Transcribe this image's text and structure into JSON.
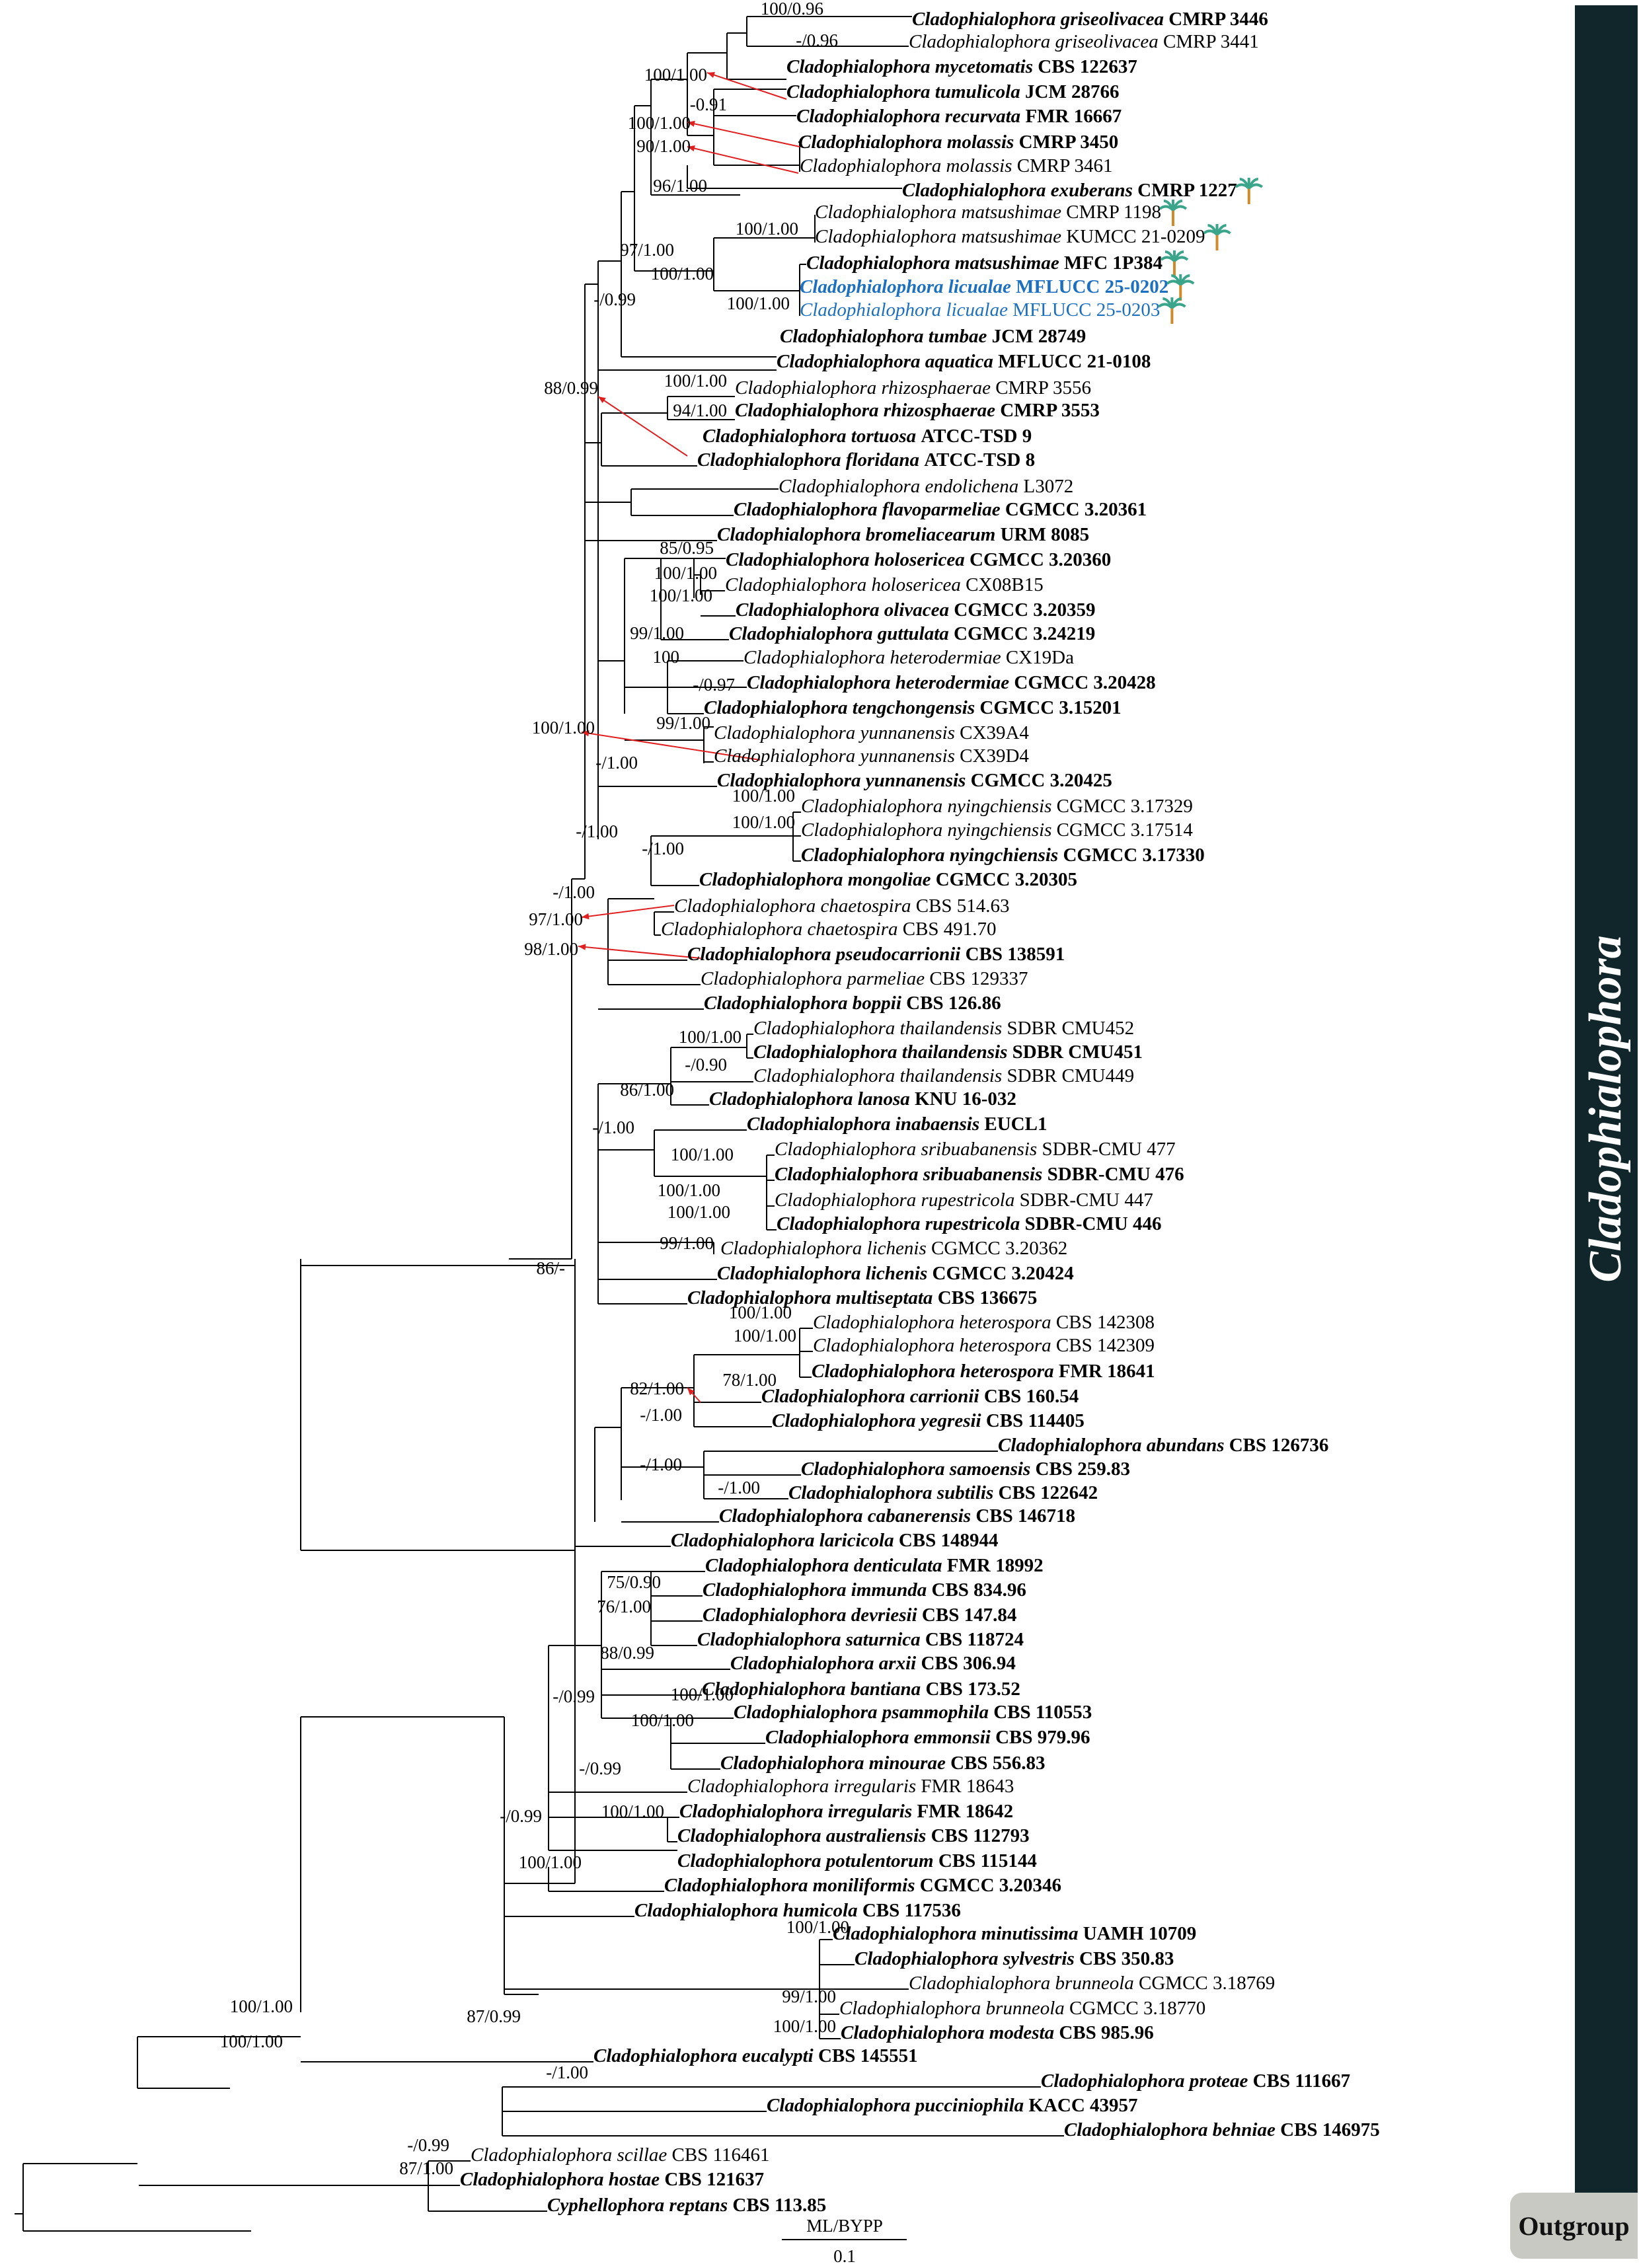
{
  "genus": "Cladophialophora",
  "clade_label": "Cladophialophora",
  "outgroup_label": "Outgroup",
  "support_legend": "ML/BYPP",
  "scale_label": "0.1",
  "colors": {
    "new_species": "#1d6fbf",
    "branch": "#000000",
    "arrow": "#e02020",
    "clade_bar": "#11262a",
    "outgroup_box": "#c9c9c4"
  },
  "taxa": [
    {
      "genus": "Cladophialophora",
      "epithet": "griseolivacea",
      "strain": "CMRP 3446",
      "bold": true
    },
    {
      "genus": "Cladophialophora",
      "epithet": "griseolivacea",
      "strain": "CMRP 3441",
      "bold": false
    },
    {
      "genus": "Cladophialophora",
      "epithet": "mycetomatis",
      "strain": "CBS 122637",
      "bold": true
    },
    {
      "genus": "Cladophialophora",
      "epithet": "tumulicola",
      "strain": "JCM 28766",
      "bold": true
    },
    {
      "genus": "Cladophialophora",
      "epithet": "recurvata",
      "strain": "FMR 16667",
      "bold": true
    },
    {
      "genus": "Cladophialophora",
      "epithet": "molassis",
      "strain": "CMRP 3450",
      "bold": true
    },
    {
      "genus": "Cladophialophora",
      "epithet": "molassis",
      "strain": "CMRP 3461",
      "bold": false
    },
    {
      "genus": "Cladophialophora",
      "epithet": "exuberans",
      "strain": "CMRP 1227",
      "bold": true,
      "palm": true
    },
    {
      "genus": "Cladophialophora",
      "epithet": "matsushimae",
      "strain": "CMRP 1198",
      "bold": false,
      "palm": true
    },
    {
      "genus": "Cladophialophora",
      "epithet": "matsushimae",
      "strain": "KUMCC 21-0209",
      "bold": false,
      "palm": true
    },
    {
      "genus": "Cladophialophora",
      "epithet": "matsushimae",
      "strain": "MFC 1P384",
      "bold": true,
      "palm": true
    },
    {
      "genus": "Cladophialophora",
      "epithet": "licualae",
      "strain": "MFLUCC 25-0202",
      "bold": true,
      "new": true,
      "palm": true
    },
    {
      "genus": "Cladophialophora",
      "epithet": "licualae",
      "strain": "MFLUCC 25-0203",
      "bold": false,
      "new": true,
      "palm": true
    },
    {
      "genus": "Cladophialophora",
      "epithet": "tumbae",
      "strain": "JCM 28749",
      "bold": true
    },
    {
      "genus": "Cladophialophora",
      "epithet": "aquatica",
      "strain": "MFLUCC 21-0108",
      "bold": true
    },
    {
      "genus": "Cladophialophora",
      "epithet": "rhizosphaerae",
      "strain": "CMRP 3556",
      "bold": false
    },
    {
      "genus": "Cladophialophora",
      "epithet": "rhizosphaerae",
      "strain": "CMRP 3553",
      "bold": true
    },
    {
      "genus": "Cladophialophora",
      "epithet": "tortuosa",
      "strain": "ATCC-TSD 9",
      "bold": true
    },
    {
      "genus": "Cladophialophora",
      "epithet": "floridana",
      "strain": "ATCC-TSD 8",
      "bold": true
    },
    {
      "genus": "Cladophialophora",
      "epithet": "endolichena",
      "strain": "L3072",
      "bold": false
    },
    {
      "genus": "Cladophialophora",
      "epithet": "flavoparmeliae",
      "strain": "CGMCC 3.20361",
      "bold": true
    },
    {
      "genus": "Cladophialophora",
      "epithet": "bromeliacearum",
      "strain": "URM 8085",
      "bold": true
    },
    {
      "genus": "Cladophialophora",
      "epithet": "holosericea",
      "strain": "CGMCC 3.20360",
      "bold": true
    },
    {
      "genus": "Cladophialophora",
      "epithet": "holosericea",
      "strain": "CX08B15",
      "bold": false
    },
    {
      "genus": "Cladophialophora",
      "epithet": "olivacea",
      "strain": "CGMCC 3.20359",
      "bold": true
    },
    {
      "genus": "Cladophialophora",
      "epithet": "guttulata",
      "strain": "CGMCC 3.24219",
      "bold": true
    },
    {
      "genus": "Cladophialophora",
      "epithet": "heterodermiae",
      "strain": "CX19Da",
      "bold": false
    },
    {
      "genus": "Cladophialophora",
      "epithet": "heterodermiae",
      "strain": "CGMCC 3.20428",
      "bold": true
    },
    {
      "genus": "Cladophialophora",
      "epithet": "tengchongensis",
      "strain": "CGMCC 3.15201",
      "bold": true
    },
    {
      "genus": "Cladophialophora",
      "epithet": "yunnanensis",
      "strain": "CX39A4",
      "bold": false
    },
    {
      "genus": "Cladophialophora",
      "epithet": "yunnanensis",
      "strain": "CX39D4",
      "bold": false
    },
    {
      "genus": "Cladophialophora",
      "epithet": "yunnanensis",
      "strain": "CGMCC 3.20425",
      "bold": true
    },
    {
      "genus": "Cladophialophora",
      "epithet": "nyingchiensis",
      "strain": "CGMCC 3.17329",
      "bold": false
    },
    {
      "genus": "Cladophialophora",
      "epithet": "nyingchiensis",
      "strain": "CGMCC 3.17514",
      "bold": false
    },
    {
      "genus": "Cladophialophora",
      "epithet": "nyingchiensis",
      "strain": "CGMCC 3.17330",
      "bold": true
    },
    {
      "genus": "Cladophialophora",
      "epithet": "mongoliae",
      "strain": "CGMCC 3.20305",
      "bold": true
    },
    {
      "genus": "Cladophialophora",
      "epithet": "chaetospira",
      "strain": "CBS 514.63",
      "bold": false
    },
    {
      "genus": "Cladophialophora",
      "epithet": "chaetospira",
      "strain": "CBS 491.70",
      "bold": false
    },
    {
      "genus": "Cladophialophora",
      "epithet": "pseudocarrionii",
      "strain": "CBS 138591",
      "bold": true
    },
    {
      "genus": "Cladophialophora",
      "epithet": "parmeliae",
      "strain": "CBS 129337",
      "bold": false
    },
    {
      "genus": "Cladophialophora",
      "epithet": "boppii",
      "strain": "CBS 126.86",
      "bold": true
    },
    {
      "genus": "Cladophialophora",
      "epithet": "thailandensis",
      "strain": "SDBR CMU452",
      "bold": false
    },
    {
      "genus": "Cladophialophora",
      "epithet": "thailandensis",
      "strain": "SDBR CMU451",
      "bold": true
    },
    {
      "genus": "Cladophialophora",
      "epithet": "thailandensis",
      "strain": "SDBR CMU449",
      "bold": false
    },
    {
      "genus": "Cladophialophora",
      "epithet": "lanosa",
      "strain": "KNU 16-032",
      "bold": true
    },
    {
      "genus": "Cladophialophora",
      "epithet": "inabaensis",
      "strain": "EUCL1",
      "bold": true
    },
    {
      "genus": "Cladophialophora",
      "epithet": "sribuabanensis",
      "strain": "SDBR-CMU 477",
      "bold": false
    },
    {
      "genus": "Cladophialophora",
      "epithet": "sribuabanensis",
      "strain": "SDBR-CMU 476",
      "bold": true
    },
    {
      "genus": "Cladophialophora",
      "epithet": "rupestricola",
      "strain": "SDBR-CMU 447",
      "bold": false
    },
    {
      "genus": "Cladophialophora",
      "epithet": "rupestricola",
      "strain": "SDBR-CMU 446",
      "bold": true
    },
    {
      "genus": "Cladophialophora",
      "epithet": "lichenis",
      "strain": "CGMCC 3.20362",
      "bold": false
    },
    {
      "genus": "Cladophialophora",
      "epithet": "lichenis",
      "strain": "CGMCC 3.20424",
      "bold": true
    },
    {
      "genus": "Cladophialophora",
      "epithet": "multiseptata",
      "strain": "CBS 136675",
      "bold": true
    },
    {
      "genus": "Cladophialophora",
      "epithet": "heterospora",
      "strain": "CBS 142308",
      "bold": false
    },
    {
      "genus": "Cladophialophora",
      "epithet": "heterospora",
      "strain": "CBS 142309",
      "bold": false
    },
    {
      "genus": "Cladophialophora",
      "epithet": "heterospora",
      "strain": "FMR 18641",
      "bold": true
    },
    {
      "genus": "Cladophialophora",
      "epithet": "carrionii",
      "strain": "CBS 160.54",
      "bold": true
    },
    {
      "genus": "Cladophialophora",
      "epithet": "yegresii",
      "strain": "CBS 114405",
      "bold": true
    },
    {
      "genus": "Cladophialophora",
      "epithet": "abundans",
      "strain": "CBS 126736",
      "bold": true
    },
    {
      "genus": "Cladophialophora",
      "epithet": "samoensis",
      "strain": "CBS 259.83",
      "bold": true
    },
    {
      "genus": "Cladophialophora",
      "epithet": "subtilis",
      "strain": "CBS 122642",
      "bold": true
    },
    {
      "genus": "Cladophialophora",
      "epithet": "cabanerensis",
      "strain": "CBS 146718",
      "bold": true
    },
    {
      "genus": "Cladophialophora",
      "epithet": "laricicola",
      "strain": "CBS 148944",
      "bold": true
    },
    {
      "genus": "Cladophialophora",
      "epithet": "denticulata",
      "strain": "FMR 18992",
      "bold": true
    },
    {
      "genus": "Cladophialophora",
      "epithet": "immunda",
      "strain": "CBS 834.96",
      "bold": true
    },
    {
      "genus": "Cladophialophora",
      "epithet": "devriesii",
      "strain": "CBS 147.84",
      "bold": true
    },
    {
      "genus": "Cladophialophora",
      "epithet": "saturnica",
      "strain": "CBS 118724",
      "bold": true
    },
    {
      "genus": "Cladophialophora",
      "epithet": "arxii",
      "strain": "CBS 306.94",
      "bold": true
    },
    {
      "genus": "Cladophialophora",
      "epithet": "bantiana",
      "strain": "CBS 173.52",
      "bold": true
    },
    {
      "genus": "Cladophialophora",
      "epithet": "psammophila",
      "strain": "CBS 110553",
      "bold": true
    },
    {
      "genus": "Cladophialophora",
      "epithet": "emmonsii",
      "strain": "CBS 979.96",
      "bold": true
    },
    {
      "genus": "Cladophialophora",
      "epithet": "minourae",
      "strain": "CBS 556.83",
      "bold": true
    },
    {
      "genus": "Cladophialophora",
      "epithet": "irregularis",
      "strain": "FMR 18643",
      "bold": false
    },
    {
      "genus": "Cladophialophora",
      "epithet": "irregularis",
      "strain": "FMR 18642",
      "bold": true
    },
    {
      "genus": "Cladophialophora",
      "epithet": "australiensis",
      "strain": "CBS 112793",
      "bold": true
    },
    {
      "genus": "Cladophialophora",
      "epithet": "potulentorum",
      "strain": "CBS 115144",
      "bold": true
    },
    {
      "genus": "Cladophialophora",
      "epithet": "moniliformis",
      "strain": "CGMCC 3.20346",
      "bold": true
    },
    {
      "genus": "Cladophialophora",
      "epithet": "humicola",
      "strain": "CBS 117536",
      "bold": true
    },
    {
      "genus": "Cladophialophora",
      "epithet": "minutissima",
      "strain": "UAMH 10709",
      "bold": true
    },
    {
      "genus": "Cladophialophora",
      "epithet": "sylvestris",
      "strain": "CBS 350.83",
      "bold": true
    },
    {
      "genus": "Cladophialophora",
      "epithet": "brunneola",
      "strain": "CGMCC 3.18769",
      "bold": false
    },
    {
      "genus": "Cladophialophora",
      "epithet": "brunneola",
      "strain": "CGMCC 3.18770",
      "bold": false
    },
    {
      "genus": "Cladophialophora",
      "epithet": "modesta",
      "strain": "CBS 985.96",
      "bold": true
    },
    {
      "genus": "Cladophialophora",
      "epithet": "eucalypti",
      "strain": "CBS 145551",
      "bold": true
    },
    {
      "genus": "Cladophialophora",
      "epithet": "proteae",
      "strain": "CBS 111667",
      "bold": true
    },
    {
      "genus": "Cladophialophora",
      "epithet": "pucciniophila",
      "strain": "KACC 43957",
      "bold": true
    },
    {
      "genus": "Cladophialophora",
      "epithet": "behniae",
      "strain": "CBS 146975",
      "bold": true
    },
    {
      "genus": "Cladophialophora",
      "epithet": "scillae",
      "strain": "CBS 116461",
      "bold": false
    },
    {
      "genus": "Cladophialophora",
      "epithet": "hostae",
      "strain": "CBS 121637",
      "bold": true
    },
    {
      "genus": "Cyphellophora",
      "epithet": "reptans",
      "strain": "CBS 113.85",
      "bold": true
    }
  ],
  "support_values": [
    "100/0.96",
    "-/0.96",
    "100/1.00",
    "-0.91",
    "100/1.00",
    "90/1.00",
    "96/1.00",
    "100/1.00",
    "97/1.00",
    "100/1.00",
    "100/1.00",
    "-/0.99",
    "100/1.00",
    "94/1.00",
    "88/0.99",
    "85/0.95",
    "100/1.00",
    "100/1.00",
    "99/1.00",
    "100",
    "-/0.97",
    "100/1.00",
    "99/1.00",
    "-/1.00",
    "100/1.00",
    "100/1.00",
    "-/1.00",
    "-/1.00",
    "-/1.00",
    "97/1.00",
    "98/1.00",
    "100/1.00",
    "-/0.90",
    "86/1.00",
    "-/1.00",
    "100/1.00",
    "100/1.00",
    "100/1.00",
    "99/1.00",
    "86/-",
    "100/1.00",
    "100/1.00",
    "78/1.00",
    "82/1.00",
    "-/1.00",
    "-/1.00",
    "-/1.00",
    "75/0.90",
    "76/1.00",
    "88/0.99",
    "100/1.00",
    "-/0.99",
    "100/1.00",
    "-/0.99",
    "100/1.00",
    "-/0.99",
    "100/1.00",
    "100/1.00",
    "99/1.00",
    "100/1.00",
    "100/1.00",
    "87/0.99",
    "100/1.00",
    "-/1.00",
    "-/0.99",
    "87/1.00"
  ]
}
